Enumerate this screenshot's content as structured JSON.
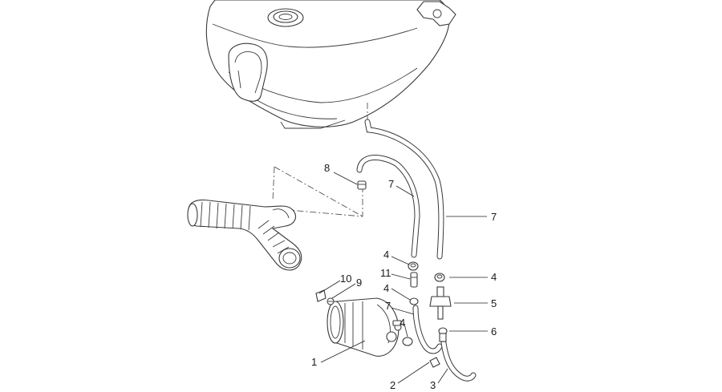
{
  "callouts": [
    {
      "id": "c1",
      "text": "1"
    },
    {
      "id": "c2",
      "text": "2"
    },
    {
      "id": "c3",
      "text": "3"
    },
    {
      "id": "c4a",
      "text": "4"
    },
    {
      "id": "c4b",
      "text": "4"
    },
    {
      "id": "c4c",
      "text": "4"
    },
    {
      "id": "c4d",
      "text": "4"
    },
    {
      "id": "c5",
      "text": "5"
    },
    {
      "id": "c6",
      "text": "6"
    },
    {
      "id": "c7a",
      "text": "7"
    },
    {
      "id": "c7b",
      "text": "7"
    },
    {
      "id": "c7c",
      "text": "7"
    },
    {
      "id": "c8",
      "text": "8"
    },
    {
      "id": "c9",
      "text": "9"
    },
    {
      "id": "c10",
      "text": "10"
    },
    {
      "id": "c11",
      "text": "11"
    }
  ]
}
